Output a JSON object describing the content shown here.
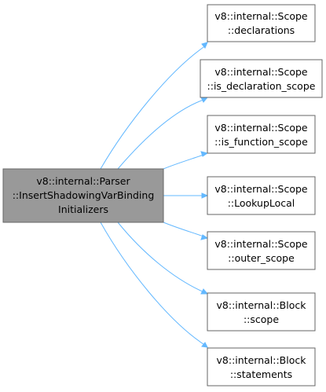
{
  "colors": {
    "root_fill": "#999999",
    "node_fill": "#ffffff",
    "node_border": "#666666",
    "edge": "#63b8ff",
    "text": "#000000"
  },
  "graph": {
    "root": {
      "lines": [
        "v8::internal::Parser",
        "::InsertShadowingVarBinding",
        "Initializers"
      ]
    },
    "callees": [
      {
        "lines": [
          "v8::internal::Scope",
          "::declarations"
        ]
      },
      {
        "lines": [
          "v8::internal::Scope",
          "::is_declaration_scope"
        ]
      },
      {
        "lines": [
          "v8::internal::Scope",
          "::is_function_scope"
        ]
      },
      {
        "lines": [
          "v8::internal::Scope",
          "::LookupLocal"
        ]
      },
      {
        "lines": [
          "v8::internal::Scope",
          "::outer_scope"
        ]
      },
      {
        "lines": [
          "v8::internal::Block",
          "::scope"
        ]
      },
      {
        "lines": [
          "v8::internal::Block",
          "::statements"
        ]
      }
    ]
  }
}
